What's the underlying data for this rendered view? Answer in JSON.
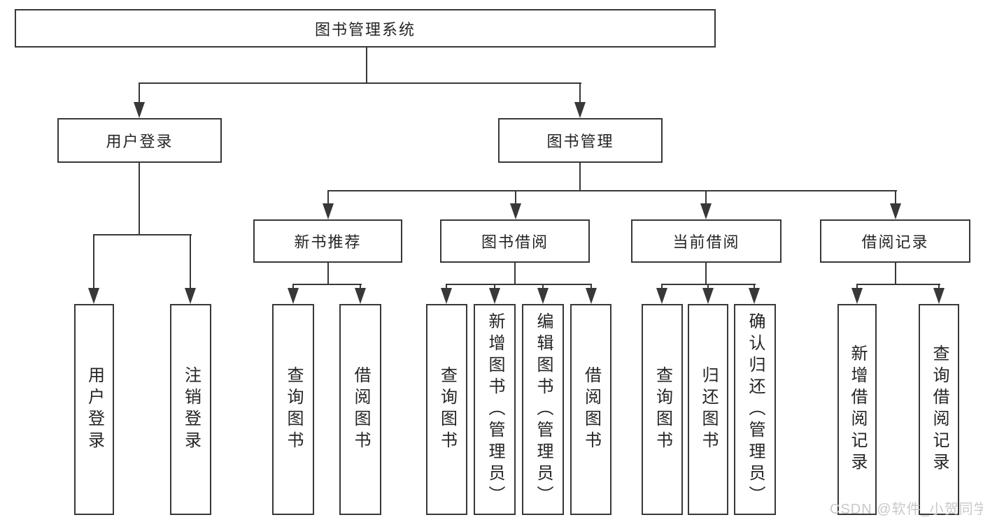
{
  "diagram": {
    "root": {
      "label": "图书管理系统"
    },
    "branches": [
      {
        "label": "用户登录",
        "children": [
          {
            "label": "用户登录"
          },
          {
            "label": "注销登录"
          }
        ]
      },
      {
        "label": "图书管理",
        "groups": [
          {
            "label": "新书推荐",
            "children": [
              {
                "label": "查询图书"
              },
              {
                "label": "借阅图书"
              }
            ]
          },
          {
            "label": "图书借阅",
            "children": [
              {
                "label": "查询图书"
              },
              {
                "label": "新增图书（管理员）"
              },
              {
                "label": "编辑图书（管理员）"
              },
              {
                "label": "借阅图书"
              }
            ]
          },
          {
            "label": "当前借阅",
            "children": [
              {
                "label": "查询图书"
              },
              {
                "label": "归还图书"
              },
              {
                "label": "确认归还（管理员）"
              }
            ]
          },
          {
            "label": "借阅记录",
            "children": [
              {
                "label": "新增借阅记录"
              },
              {
                "label": "查询借阅记录"
              }
            ]
          }
        ]
      }
    ]
  },
  "watermark": {
    "text": "CSDN @软件_小贺同学"
  },
  "colors": {
    "line": "#383838",
    "text": "#242424",
    "watermark": "#c9c9c9",
    "background": "#ffffff"
  }
}
